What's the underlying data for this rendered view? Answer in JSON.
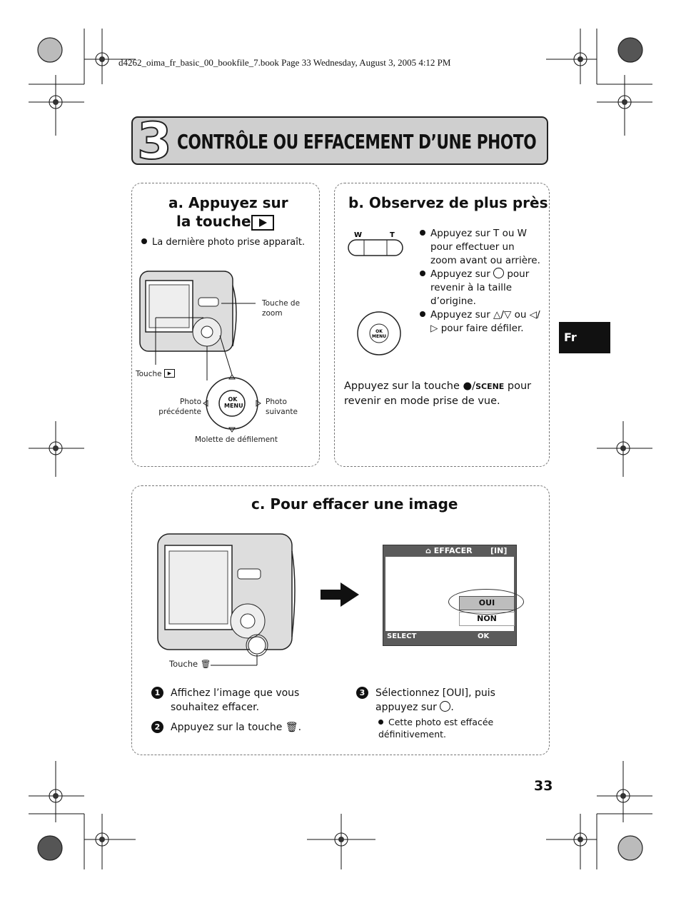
{
  "print_header": "d4262_oima_fr_basic_00_bookfile_7.book  Page 33  Wednesday, August 3, 2005  4:12 PM",
  "chapter": {
    "number": "3",
    "title": "CONTRÔLE OU EFFACEMENT D’UNE PHOTO"
  },
  "section_a": {
    "heading_line1": "a. Appuyez sur",
    "heading_line2": "la touche",
    "bullet": "La dernière photo prise apparaît.",
    "labels": {
      "zoom": "Touche de zoom",
      "play_key": "Touche",
      "prev": "Photo précédente",
      "next": "Photo suivante",
      "dial": "Molette de défilement",
      "ok": "OK",
      "menu": "MENU"
    }
  },
  "section_b": {
    "heading": "b. Observez de plus près",
    "zoom_w": "W",
    "zoom_t": "T",
    "bullets": [
      "Appuyez sur T ou W pour effectuer un zoom avant ou arrière.",
      "Appuyez sur",
      "pour revenir à la taille d’origine.",
      "Appuyez sur",
      "ou",
      "pour faire défiler."
    ],
    "footer_pre": "Appuyez sur la touche",
    "footer_scene": "SCENE",
    "footer_post": "pour revenir en mode prise de vue."
  },
  "section_c": {
    "heading": "c. Pour effacer une image",
    "delete_key_label": "Touche",
    "screen": {
      "title": "EFFACER",
      "memory": "[IN]",
      "opt_yes": "OUI",
      "opt_no": "NON",
      "select": "SELECT",
      "ok": "OK"
    },
    "steps": [
      {
        "n": "1",
        "text": "Affichez l’image que vous souhaitez effacer."
      },
      {
        "n": "2",
        "text": "Appuyez sur la touche"
      },
      {
        "n": "3",
        "text": "Sélectionnez [OUI], puis appuyez sur"
      }
    ],
    "note": "Cette photo est effacée définitivement."
  },
  "side_tab": "Fr",
  "page_number": "33"
}
